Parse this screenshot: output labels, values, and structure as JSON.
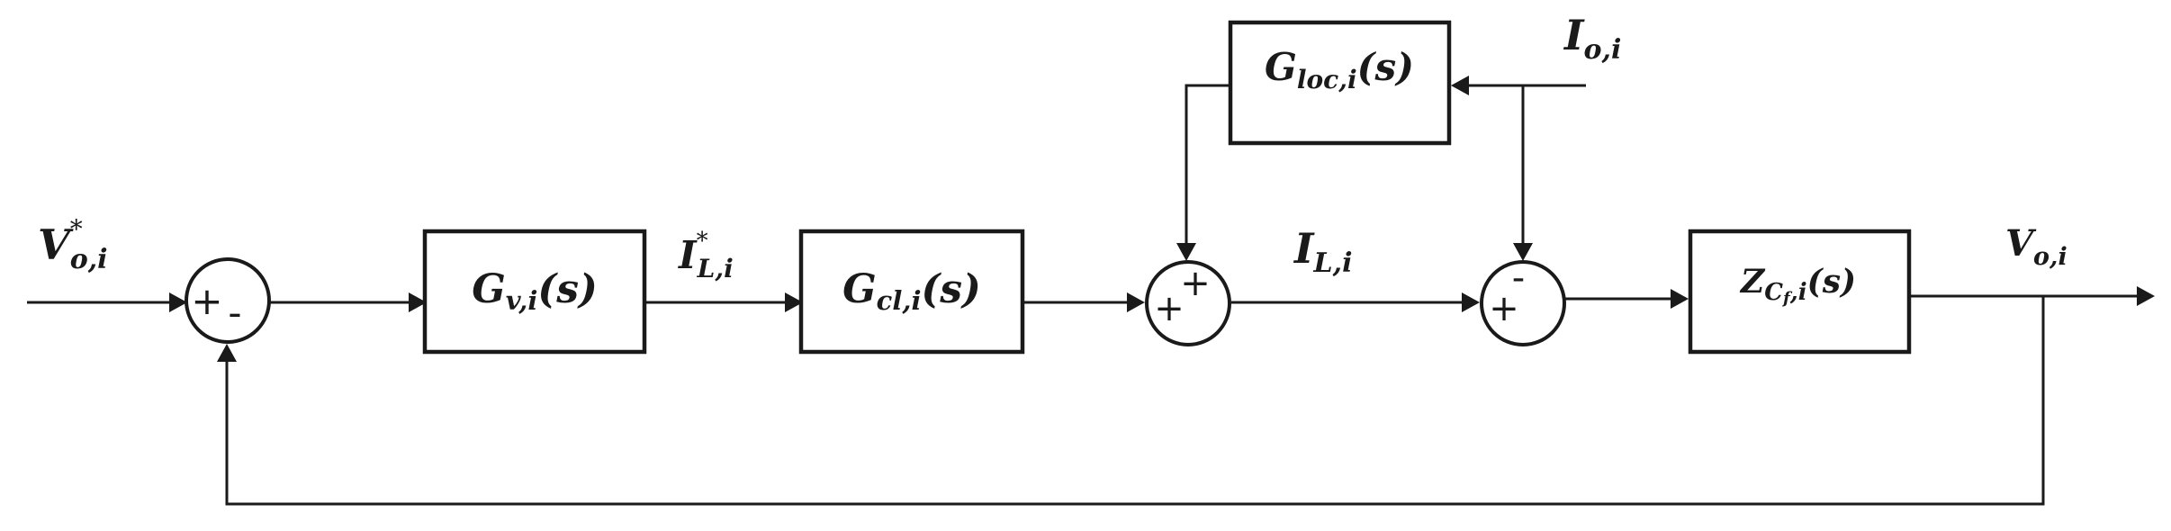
{
  "blocks": {
    "voltage_controller": {
      "symbol": "G",
      "sub": "v,i",
      "arg": "(s)"
    },
    "current_loop": {
      "symbol": "G",
      "sub": "cl,i",
      "arg": "(s)"
    },
    "load_current_path": {
      "symbol": "G",
      "sub": "loc,i",
      "arg": "(s)"
    },
    "capacitor_impedance": {
      "symbol": "Z",
      "sub_main": "C",
      "sub_sub": "f",
      "sub_tail": ",i",
      "arg": "(s)"
    }
  },
  "signals": {
    "voltage_reference": {
      "symbol": "V",
      "sup": "*",
      "sub": "o,i"
    },
    "current_reference": {
      "symbol": "I",
      "sup": "*",
      "sub": "L,i"
    },
    "inductor_current": {
      "symbol": "I",
      "sub": "L,i"
    },
    "output_current": {
      "symbol": "I",
      "sub": "o,i"
    },
    "output_voltage": {
      "symbol": "V",
      "sub": "o,i"
    }
  },
  "junctions": {
    "error_sum": {
      "left": "+",
      "bottom": "-"
    },
    "current_sum": {
      "left": "+",
      "top": "+"
    },
    "output_sum": {
      "left": "+",
      "top": "-"
    }
  }
}
